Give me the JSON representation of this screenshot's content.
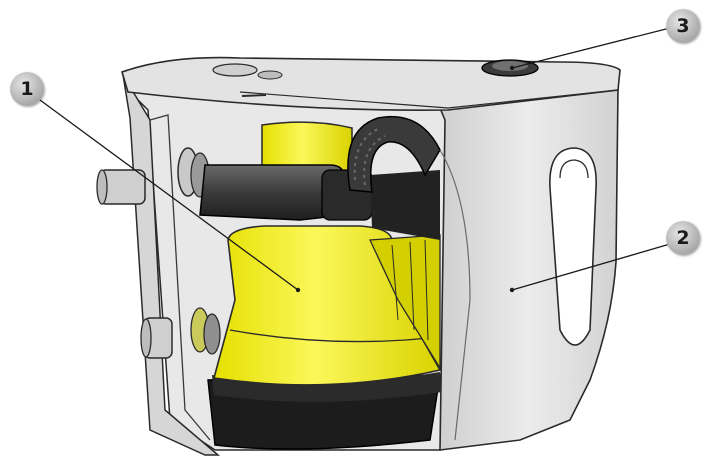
{
  "callouts": {
    "c1": "1",
    "c2": "2",
    "c3": "3"
  },
  "parts": {
    "pump": "submersible-pump",
    "tank": "tank-housing",
    "outlet": "outlet-port"
  },
  "colors": {
    "pump_yellow": "#f2ee1e",
    "pump_black": "#1c1c1c",
    "housing_gray": "#dedede",
    "outline": "#2a2a2a",
    "callout_gray": "#b3b3b3"
  }
}
